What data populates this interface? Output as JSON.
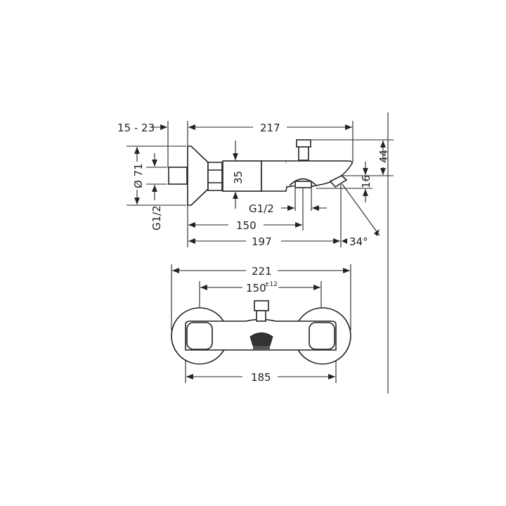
{
  "side_view": {
    "wall_depth": "15 - 23",
    "overall_length": "217",
    "flange_diameter": "Ø 71",
    "connection_thread": "G1/2",
    "body_height": "35",
    "outlet_thread": "G1/2",
    "outlet_distance": "150",
    "spout_length": "197",
    "diverter_height": "44",
    "spout_height": "16",
    "spray_angle": "34°"
  },
  "front_view": {
    "overall_width": "221",
    "centre_distance": "150",
    "centre_tolerance": "±12",
    "body_width": "185"
  },
  "colors": {
    "line": "#222222",
    "background": "#ffffff"
  }
}
